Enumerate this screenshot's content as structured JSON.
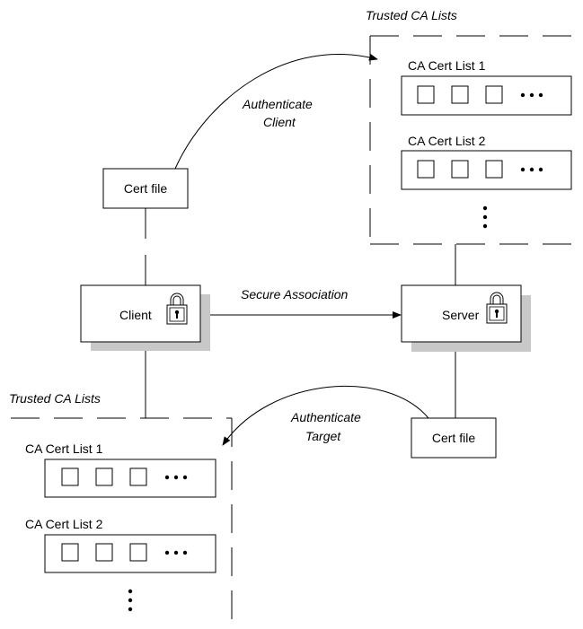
{
  "top_trusted_lists": {
    "title": "Trusted CA Lists",
    "list1_label": "CA Cert List 1",
    "list2_label": "CA Cert List 2"
  },
  "bottom_trusted_lists": {
    "title": "Trusted CA Lists",
    "list1_label": "CA Cert List 1",
    "list2_label": "CA Cert List 2"
  },
  "client": {
    "label": "Client"
  },
  "server": {
    "label": "Server"
  },
  "client_cert": {
    "label": "Cert file"
  },
  "server_cert": {
    "label": "Cert file"
  },
  "arrows": {
    "authenticate_client": [
      "Authenticate",
      "Client"
    ],
    "secure_association": "Secure Association",
    "authenticate_target": [
      "Authenticate",
      "Target"
    ]
  },
  "icons": {
    "lock": "padlock-icon",
    "more": "ellipsis"
  }
}
